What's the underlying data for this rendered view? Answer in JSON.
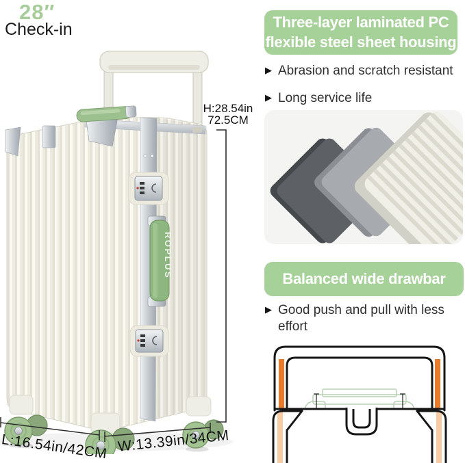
{
  "header": {
    "size": "28″",
    "type": "Check-in"
  },
  "suitcase": {
    "brand_vertical": "ROPLUS",
    "height_line1": "H:28.54in",
    "height_line2": "72.5CM",
    "length_label": "L:16.54in/42CM",
    "width_label": "W:13.39in/34CM"
  },
  "sections": [
    {
      "badge_line1": "Three-layer laminated PC",
      "badge_line2": "flexible steel sheet housing",
      "bullets": [
        "Abrasion and scratch resistant",
        "Long service life"
      ]
    },
    {
      "badge_line1": "Balanced wide drawbar",
      "bullets": [
        "Good push and pull with less effort"
      ]
    }
  ],
  "ui": {
    "bullet_icon": "▶"
  },
  "colors": {
    "accent_green": "#a6d198",
    "wheel_green": "#a3c492",
    "handle_green": "#8db680",
    "drawbar_orange": "#e87c2c",
    "drawbar_orange_light": "#f7cba4",
    "sheet_dark": "#5d6165",
    "sheet_mid": "#a7abaf",
    "sheet_white": "#f1f0e8",
    "panel_gray": "#f4f4f2"
  }
}
